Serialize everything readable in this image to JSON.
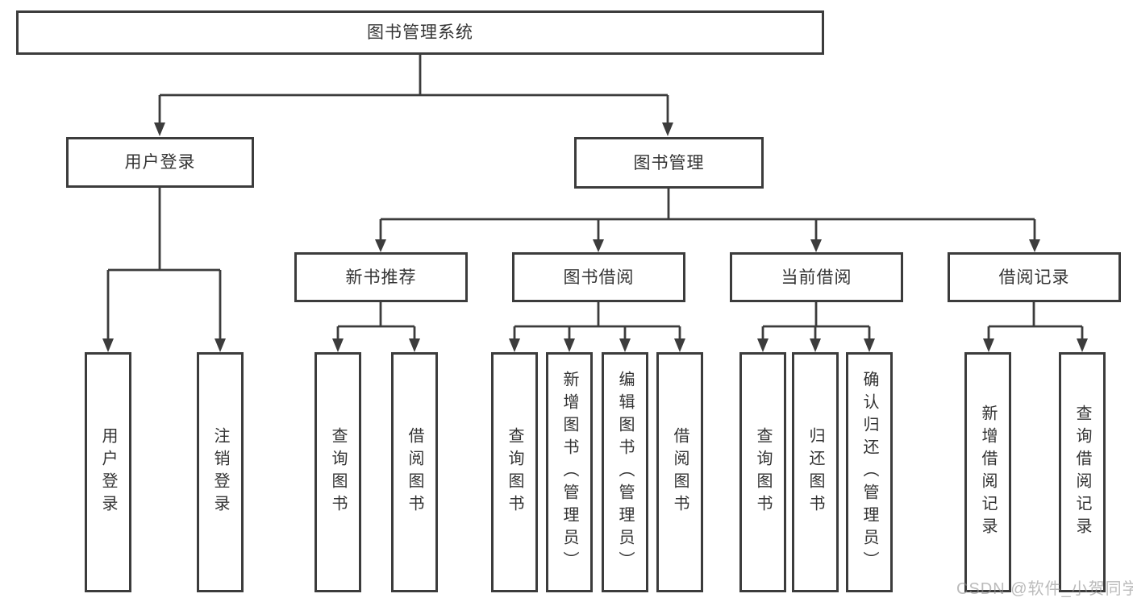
{
  "colors": {
    "line": "#3c3c3c",
    "box_border": "#3c3c3c",
    "box_fill": "#ffffff",
    "text": "#333333",
    "watermark_gray": "#919191"
  },
  "watermark": "CSDN @软件_小贺同学",
  "tree": {
    "label": "图书管理系统",
    "children": [
      {
        "label": "用户登录",
        "children": [
          {
            "label": "用户登录"
          },
          {
            "label": "注销登录"
          }
        ]
      },
      {
        "label": "图书管理",
        "children": [
          {
            "label": "新书推荐",
            "children": [
              {
                "label": "查询图书"
              },
              {
                "label": "借阅图书"
              }
            ]
          },
          {
            "label": "图书借阅",
            "children": [
              {
                "label": "查询图书"
              },
              {
                "label": "新增图书（管理员）"
              },
              {
                "label": "编辑图书（管理员）"
              },
              {
                "label": "借阅图书"
              }
            ]
          },
          {
            "label": "当前借阅",
            "children": [
              {
                "label": "查询图书"
              },
              {
                "label": "归还图书"
              },
              {
                "label": "确认归还（管理员）"
              }
            ]
          },
          {
            "label": "借阅记录",
            "children": [
              {
                "label": "新增借阅记录"
              },
              {
                "label": "查询借阅记录"
              }
            ]
          }
        ]
      }
    ]
  }
}
